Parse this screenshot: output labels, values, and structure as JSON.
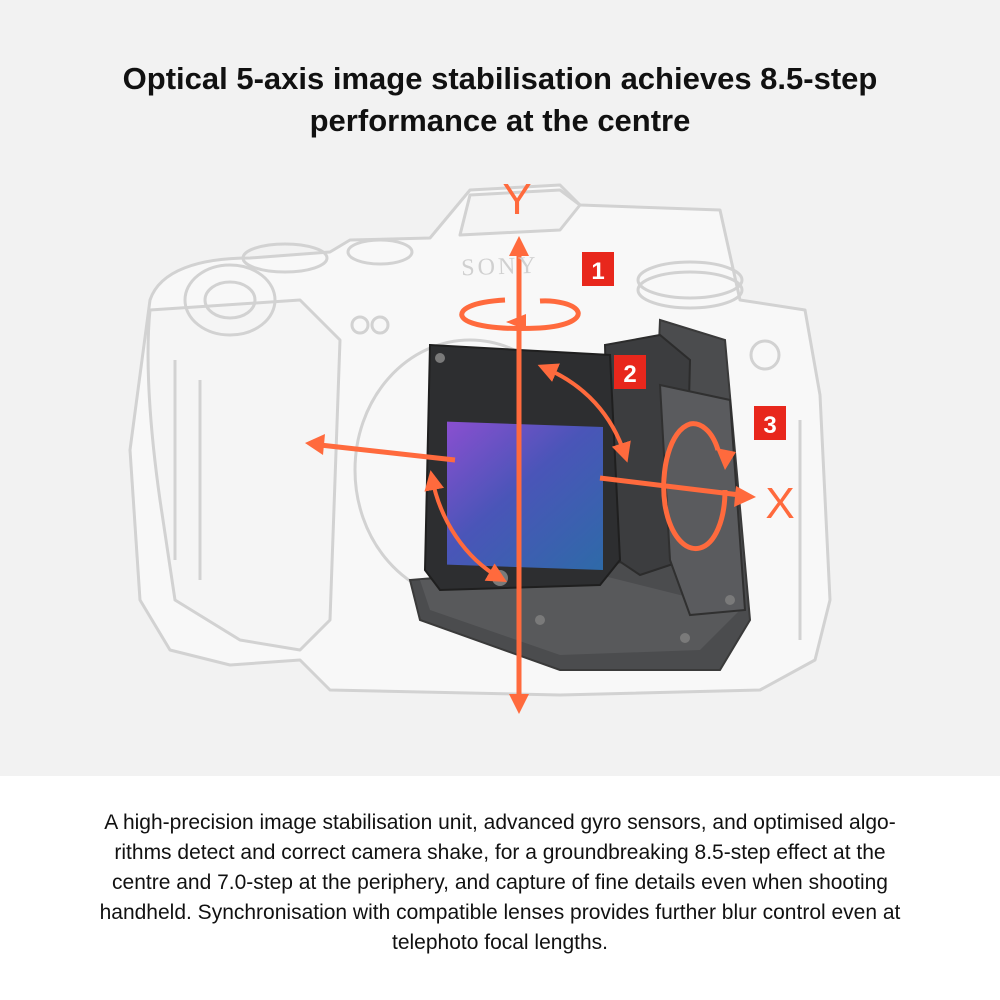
{
  "title": {
    "line1": "Optical 5-axis image stabilisation achieves 8.5-step",
    "line2": "performance at the centre"
  },
  "diagram": {
    "camera_brand": "SONY",
    "axes": {
      "y_label": "Y",
      "x_label": "X"
    },
    "badges": [
      "1",
      "2",
      "3"
    ],
    "colors": {
      "accent": "#ff6a3d",
      "badge": "#e8271c",
      "background": "#f2f2f2"
    }
  },
  "description": {
    "lines": [
      "A high-precision image stabilisation unit, advanced gyro sensors, and optimised algo-",
      "rithms detect and correct camera shake, for a groundbreaking 8.5-step effect at the",
      "centre and 7.0-step at the periphery, and capture of fine details even when shooting",
      "handheld. Synchronisation with compatible lenses provides further blur control even at",
      "telephoto focal lengths."
    ]
  }
}
